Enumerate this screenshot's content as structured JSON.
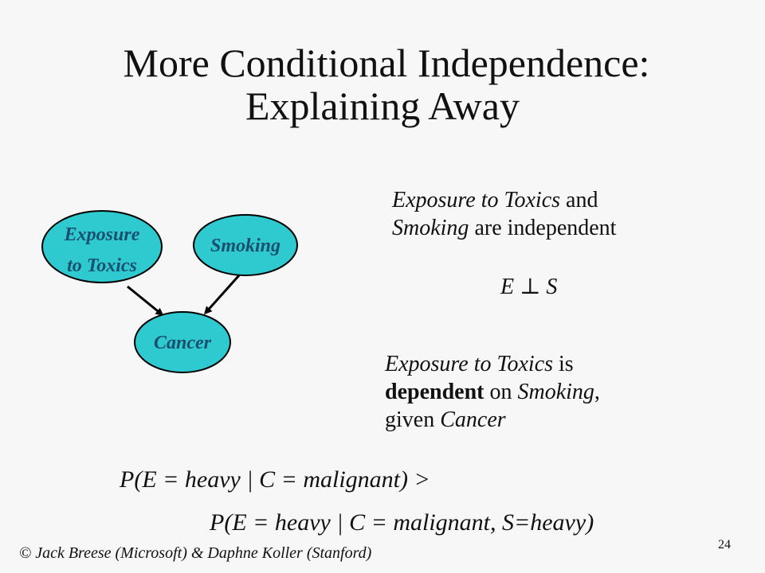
{
  "slide": {
    "title_line1": "More Conditional Independence:",
    "title_line2": "Explaining Away",
    "nodes": {
      "exposure_line1": "Exposure",
      "exposure_line2": "to Toxics",
      "smoking": "Smoking",
      "cancer": "Cancer"
    },
    "colors": {
      "node_fill": "#2ecad0",
      "node_text": "#1a4f6e",
      "background": "#f7f7f7"
    },
    "block1": {
      "line1_italic": "Exposure to Toxics",
      "line1_rest": " and",
      "line2_italic": "Smoking",
      "line2_rest": " are independent"
    },
    "formula": "E ⊥ S",
    "block2": {
      "line1_italic": "Exposure to Toxics",
      "line1_rest": " is",
      "line2_bold": "dependent",
      "line2_mid": " on ",
      "line2_italic": "Smoking",
      "line2_end": ",",
      "line3_start": "given ",
      "line3_italic": "Cancer"
    },
    "prob_line1": "P(E = heavy | C = malignant) >",
    "prob_line2": "P(E = heavy | C = malignant, S=heavy)",
    "footer": "© Jack Breese (Microsoft) & Daphne Koller (Stanford)",
    "page_number": "24"
  }
}
